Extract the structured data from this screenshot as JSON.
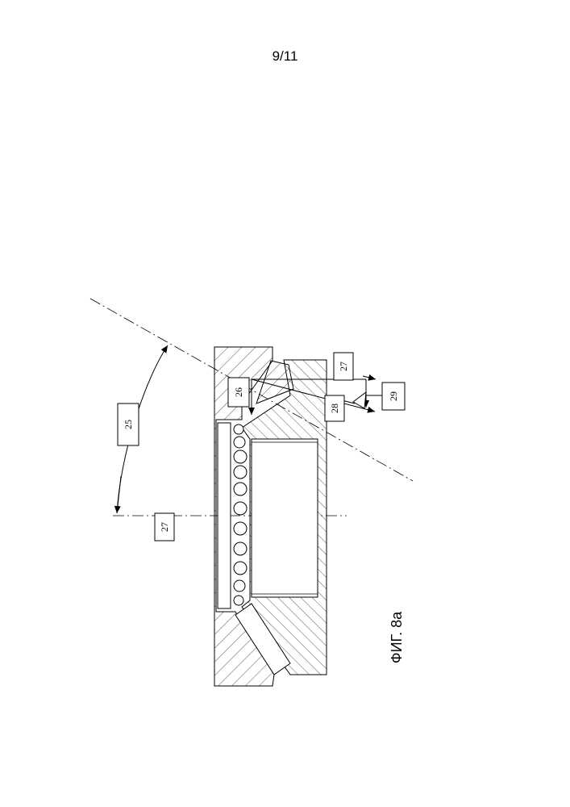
{
  "page": {
    "number": "9/11"
  },
  "figure": {
    "caption": "ФИГ. 8а"
  },
  "labels": {
    "angle": "25",
    "raceway": "26",
    "axis_ref_top": "27",
    "axis_ref_bottom": "27",
    "sensor": "28",
    "unit": "29"
  },
  "colors": {
    "line": "#000000",
    "hatch": "#333333",
    "paper": "#ffffff"
  }
}
